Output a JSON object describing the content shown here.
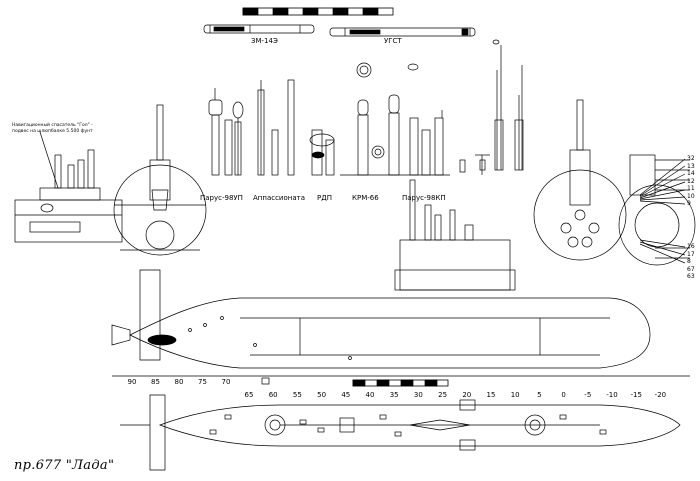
{
  "title": "пр.677 \"Лада\"",
  "top_view_labels": {
    "torpedo_1": "ЗМ-14Э",
    "torpedo_2": "УГСТ"
  },
  "mast_labels": [
    "Парус-98УП",
    "Аппассионата",
    "РДП",
    "КРМ-66",
    "Парус-98КП"
  ],
  "left_note": {
    "line1": "Навигационный спасатель \"Гол\" -",
    "line2": "подвес на шлюпбалке 5.500 фунт"
  },
  "frame_scale_upper": [
    "90",
    "85",
    "80",
    "75",
    "70"
  ],
  "frame_scale_lower": [
    "65",
    "60",
    "55",
    "50",
    "45",
    "40",
    "35",
    "30",
    "25",
    "20",
    "15",
    "10",
    "5",
    "0",
    "-5",
    "-10",
    "-15",
    "-20"
  ],
  "callouts_upper": [
    "32",
    "13",
    "14",
    "12",
    "11",
    "10",
    "9"
  ],
  "callouts_lower": [
    "16",
    "17",
    "8",
    "67",
    "63"
  ],
  "colors": {
    "line": "#000000",
    "background": "#ffffff"
  }
}
